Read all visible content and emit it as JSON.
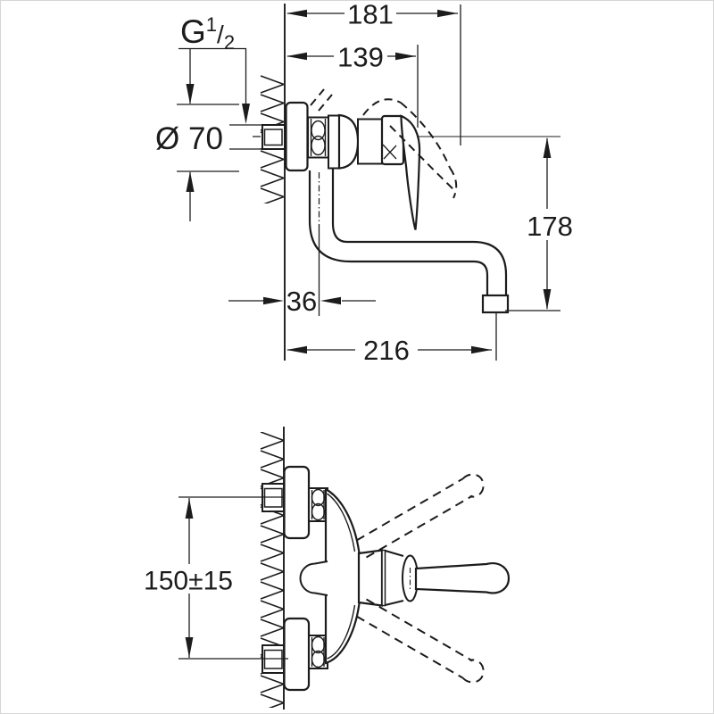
{
  "drawing": {
    "title_hint": "wall-mounted single-lever sink mixer dimensional drawing",
    "colors": {
      "line": "#1c1c1c",
      "background": "#ffffff"
    },
    "side_view": {
      "dim_width_total": "181",
      "dim_width_body": "139",
      "thread": {
        "prefix": "G",
        "numerator": "1",
        "slash": "/",
        "denominator": "2"
      },
      "dim_flange_diameter": "Ø 70",
      "dim_height": "178",
      "dim_wall_offset": "36",
      "dim_spout_reach": "216"
    },
    "plan_view": {
      "dim_connection_distance": "150±15"
    }
  }
}
